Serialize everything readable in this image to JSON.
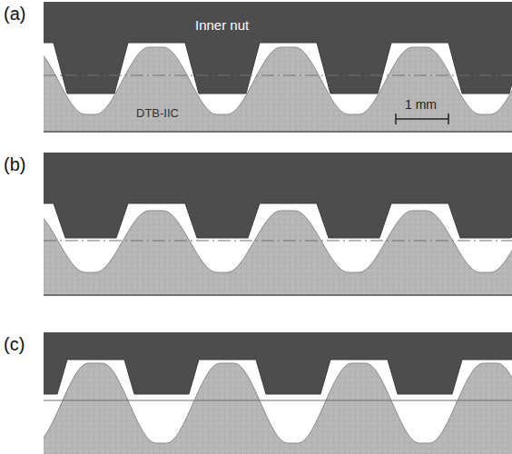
{
  "diagram": {
    "labels": [
      "(a)",
      "Inner nut",
      "DTB-IIC",
      "1 mm",
      "(b)",
      "(c)"
    ]
  }
}
